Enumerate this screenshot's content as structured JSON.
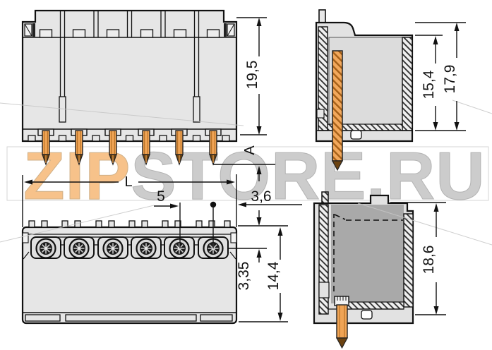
{
  "title": "connector-technical-drawing",
  "watermark": {
    "prefix": "ZIP",
    "suffix": "STORE.RU",
    "prefix_color": "#f7c28a",
    "suffix_color": "#cccccc"
  },
  "drawing": {
    "pin_count": 6,
    "pin_color": "#f0a455",
    "body_color": "#e6e6e6",
    "section_color": "#a9a9a9",
    "line_color": "#111111"
  },
  "dimensions": {
    "overall_height": "19,5",
    "pin_length": "A",
    "total_length": "L",
    "pitch": "5",
    "edge_to_pin": "3,6",
    "terminal_depth": "3,35",
    "body_depth": "14,4",
    "inner_height": "15,4",
    "housing_height": "17,9",
    "total_height": "18,6"
  }
}
